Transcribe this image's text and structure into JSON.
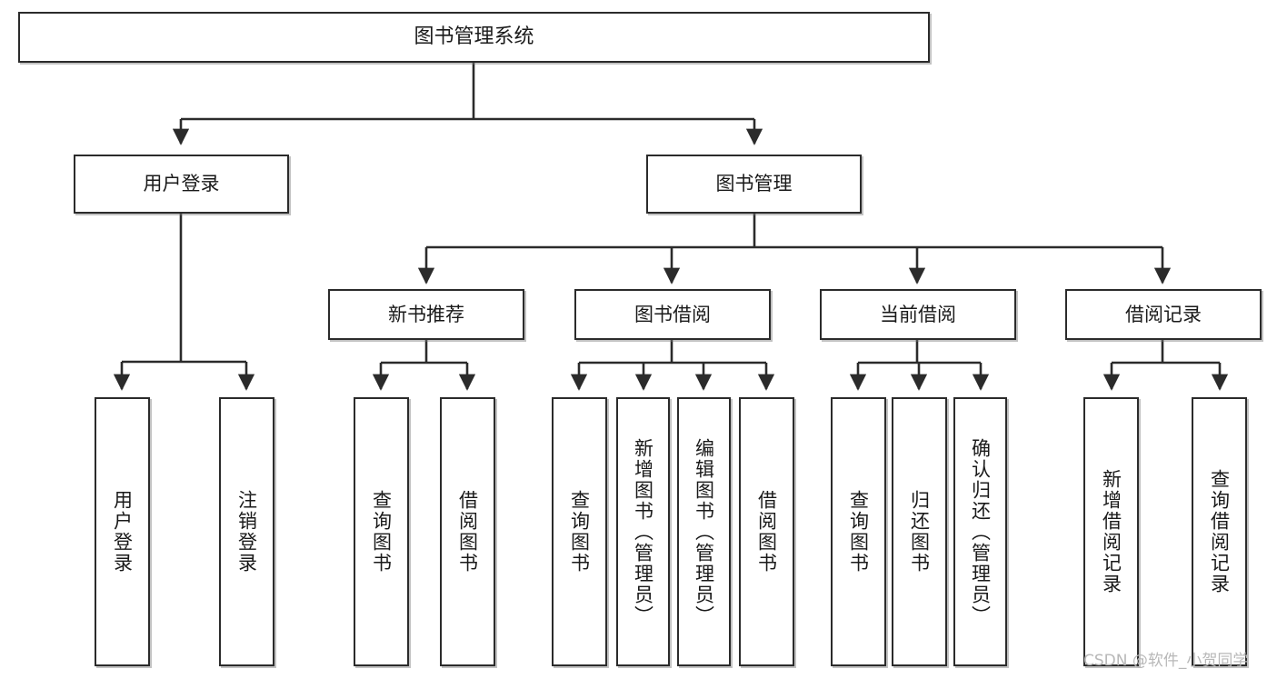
{
  "diagram": {
    "type": "tree-hierarchy-chart",
    "title": "图书管理系统",
    "watermark": "CSDN @软件_小贺同学",
    "colors": {
      "border": "#2b2b2b",
      "background": "#ffffff",
      "text": "#1a1a1a",
      "watermark": "#b8b8b8"
    },
    "nodes": {
      "root": {
        "label": "图书管理系统",
        "orientation": "horizontal"
      },
      "level2": [
        {
          "label": "用户登录",
          "orientation": "horizontal"
        },
        {
          "label": "图书管理",
          "orientation": "horizontal"
        }
      ],
      "level3": [
        {
          "label": "新书推荐",
          "orientation": "horizontal"
        },
        {
          "label": "图书借阅",
          "orientation": "horizontal"
        },
        {
          "label": "当前借阅",
          "orientation": "horizontal"
        },
        {
          "label": "借阅记录",
          "orientation": "horizontal"
        }
      ],
      "leaves": {
        "user_login": [
          {
            "label": "用户登录",
            "orientation": "vertical"
          },
          {
            "label": "注销登录",
            "orientation": "vertical"
          }
        ],
        "new_book_recommend": [
          {
            "label": "查询图书",
            "orientation": "vertical"
          },
          {
            "label": "借阅图书",
            "orientation": "vertical"
          }
        ],
        "book_borrow": [
          {
            "label": "查询图书",
            "orientation": "vertical"
          },
          {
            "label": "新增图书（管理员）",
            "orientation": "vertical"
          },
          {
            "label": "编辑图书（管理员）",
            "orientation": "vertical"
          },
          {
            "label": "借阅图书",
            "orientation": "vertical"
          }
        ],
        "current_borrow": [
          {
            "label": "查询图书",
            "orientation": "vertical"
          },
          {
            "label": "归还图书",
            "orientation": "vertical"
          },
          {
            "label": "确认归还（管理员）",
            "orientation": "vertical"
          }
        ],
        "borrow_record": [
          {
            "label": "新增借阅记录",
            "orientation": "vertical"
          },
          {
            "label": "查询借阅记录",
            "orientation": "vertical"
          }
        ]
      }
    }
  }
}
